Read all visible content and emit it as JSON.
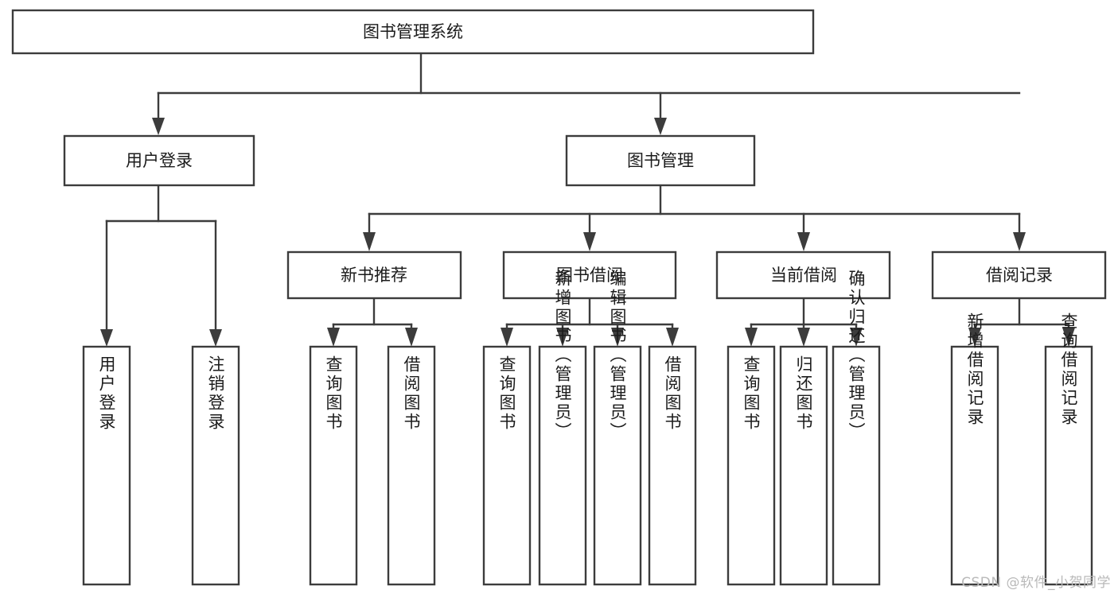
{
  "diagram": {
    "type": "tree-hierarchy",
    "title": "图书管理系统",
    "watermark": "CSDN @软件_小贺同学",
    "colors": {
      "stroke": "#3c3c3c",
      "box_fill": "#ffffff",
      "text": "#1b1b1b",
      "background": "#ffffff",
      "watermark": "#b9b9b9"
    },
    "levels": {
      "root": {
        "label": "图书管理系统"
      },
      "level1": [
        {
          "label": "用户登录"
        },
        {
          "label": "图书管理"
        }
      ],
      "level2": [
        {
          "label": "新书推荐",
          "parent": "图书管理"
        },
        {
          "label": "图书借阅",
          "parent": "图书管理"
        },
        {
          "label": "当前借阅",
          "parent": "图书管理"
        },
        {
          "label": "借阅记录",
          "parent": "图书管理"
        }
      ],
      "leaves": [
        {
          "label": "用户登录",
          "parent": "用户登录"
        },
        {
          "label": "注销登录",
          "parent": "用户登录"
        },
        {
          "label": "查询图书",
          "parent": "新书推荐"
        },
        {
          "label": "借阅图书",
          "parent": "新书推荐"
        },
        {
          "label": "查询图书",
          "parent": "图书借阅"
        },
        {
          "label": "新增图书（管理员）",
          "parent": "图书借阅"
        },
        {
          "label": "编辑图书（管理员）",
          "parent": "图书借阅"
        },
        {
          "label": "借阅图书",
          "parent": "图书借阅"
        },
        {
          "label": "查询图书",
          "parent": "当前借阅"
        },
        {
          "label": "归还图书",
          "parent": "当前借阅"
        },
        {
          "label": "确认归还（管理员）",
          "parent": "当前借阅"
        },
        {
          "label": "新增借阅记录",
          "parent": "借阅记录"
        },
        {
          "label": "查询借阅记录",
          "parent": "借阅记录"
        }
      ]
    }
  }
}
